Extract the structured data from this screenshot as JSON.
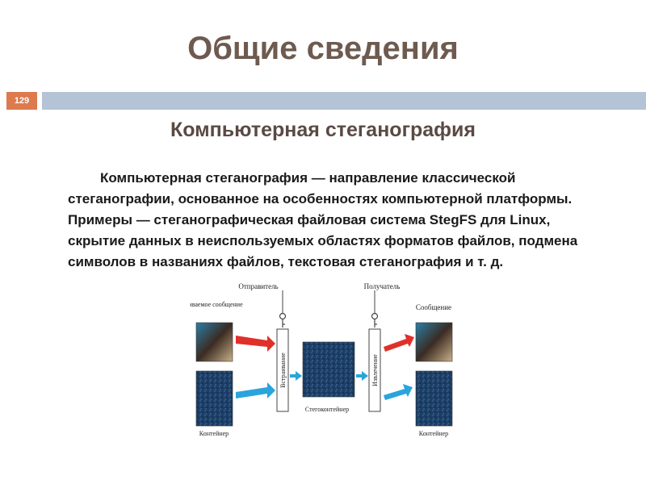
{
  "slide": {
    "title": "Общие сведения",
    "page_number": "129",
    "subtitle": "Компьютерная стеганография",
    "body": "Компьютерная стеганография — направление классической стеганографии, основанное на особенностях компьютерной платформы. Примеры — стеганографическая файловая система StegFS для Linux, скрытие данных в неиспользуемых областях форматов файлов, подмена символов в названиях файлов, текстовая стеганография и т. д."
  },
  "figure": {
    "embedded_message_label": "Встраиваемое сообщение",
    "sender_label": "Отправитель",
    "receiver_label": "Получатель",
    "message_label": "Сообщение",
    "embedding_label": "Встраивание",
    "extraction_label": "Извлечение",
    "stegocontainer_label": "Стегоконтейнер",
    "container_left_label": "Контейнер",
    "container_right_label": "Контейнер"
  },
  "colors": {
    "title": "#6e5a4f",
    "page_box": "#dd7a4e",
    "rule": "#b4c3d5",
    "arrow_red": "#e0302a",
    "arrow_blue": "#2aa4dc",
    "container_blue": "#1d3f66"
  },
  "icons": [
    "key-icon"
  ]
}
